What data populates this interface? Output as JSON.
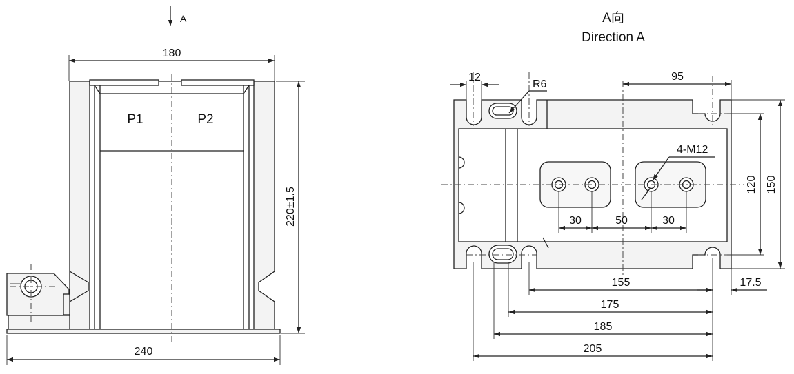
{
  "side_view": {
    "direction_marker": "A",
    "terminal_left": "P1",
    "terminal_right": "P2",
    "dims": {
      "top_width": "180",
      "height": "220±1.5",
      "base_width": "240"
    }
  },
  "end_view": {
    "title_cn": "A向",
    "title_en": "Direction A",
    "dims": {
      "slot_width": "12",
      "radius": "R6",
      "offset_95": "95",
      "thread": "4-M12",
      "height_inner": "120",
      "height_outer": "150",
      "hole_spacing_left": "30",
      "pad_spacing": "50",
      "hole_spacing_right": "30",
      "d155": "155",
      "d17_5": "17.5",
      "d175": "175",
      "d185": "185",
      "d205": "205"
    }
  }
}
